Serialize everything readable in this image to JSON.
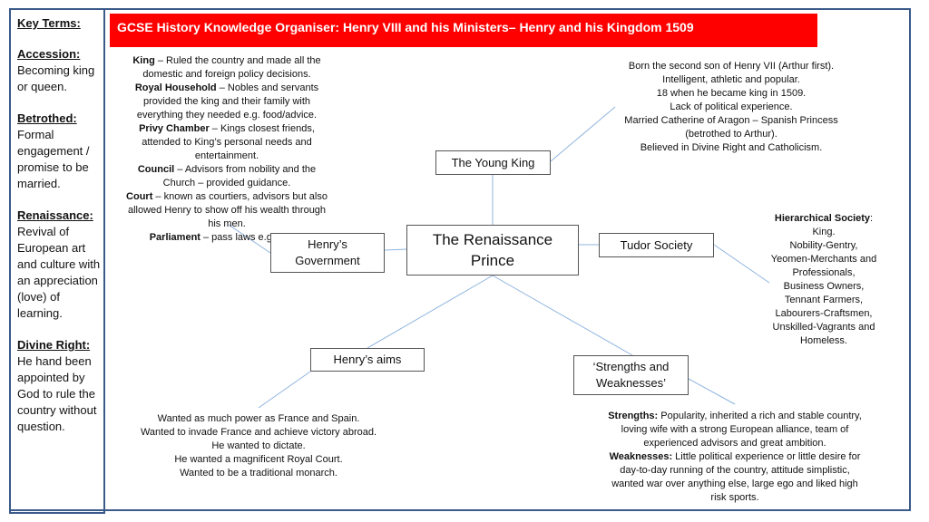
{
  "sidebar": {
    "heading": "Key Terms:",
    "terms": [
      {
        "title": "Accession:",
        "desc": "Becoming king or queen."
      },
      {
        "title": "Betrothed:",
        "desc": "Formal engagement / promise to be married."
      },
      {
        "title": "Renaissance:",
        "desc": "Revival of European art and culture with an appreciation (love) of learning."
      },
      {
        "title": "Divine Right:",
        "desc": "He hand been appointed by God to rule the country without question."
      }
    ]
  },
  "title": "GCSE History Knowledge Organiser: Henry VIII and his Ministers– Henry and his Kingdom 1509",
  "nodes": {
    "main": {
      "line1": "The Renaissance",
      "line2": "Prince"
    },
    "young_king": "The Young King",
    "government": {
      "line1": "Henry’s",
      "line2": "Government"
    },
    "tudor_society": "Tudor Society",
    "aims": "Henry’s aims",
    "strengths": {
      "line1": "‘Strengths and",
      "line2": "Weaknesses’"
    }
  },
  "government_terms": [
    {
      "term": "King",
      "desc": " – Ruled the country and made all the domestic and foreign policy decisions."
    },
    {
      "term": "Royal Household",
      "desc": " – Nobles and servants provided the king and their family with everything they needed e.g. food/advice."
    },
    {
      "term": "Privy Chamber",
      "desc": " – Kings closest friends, attended to King’s personal needs and entertainment."
    },
    {
      "term": "Council",
      "desc": " – Advisors from nobility and the Church – provided guidance."
    },
    {
      "term": "Court",
      "desc": " – known as courtiers, advisors but also allowed Henry to show off his wealth through his men."
    },
    {
      "term": "Parliament",
      "desc": " – pass laws e.g. taxes."
    }
  ],
  "young_king_facts": [
    "Born the second son of Henry VII (Arthur first).",
    "Intelligent, athletic and popular.",
    "18 when he became king in 1509.",
    "Lack of political experience.",
    "Married Catherine of Aragon – Spanish Princess (betrothed to Arthur).",
    "Believed in Divine Right and Catholicism."
  ],
  "society": {
    "title": "Hierarchical Society",
    "colon": ":",
    "levels": [
      "King.",
      "Nobility-Gentry,",
      "Yeomen-Merchants and Professionals,",
      "Business Owners,",
      "Tennant Farmers,",
      "Labourers-Craftsmen,",
      "Unskilled-Vagrants and Homeless."
    ]
  },
  "aims": [
    "Wanted as much power as France and Spain.",
    "Wanted to invade France and achieve victory abroad.",
    "He wanted to dictate.",
    "He wanted a magnificent Royal Court.",
    "Wanted to be a traditional monarch."
  ],
  "strengths_weaknesses": {
    "strengths_label": "Strengths:",
    "strengths": " Popularity, inherited a rich and stable country, loving wife with a strong European alliance, team of experienced advisors and great ambition.",
    "weaknesses_label": "Weaknesses:",
    "weaknesses": " Little political experience or little desire for day-to-day running of the country, attitude simplistic, wanted war over anything else, large ego and liked high risk sports."
  },
  "colors": {
    "banner": "#ff0000",
    "frame": "#3a5a8a",
    "connector": "#8fb4de"
  }
}
